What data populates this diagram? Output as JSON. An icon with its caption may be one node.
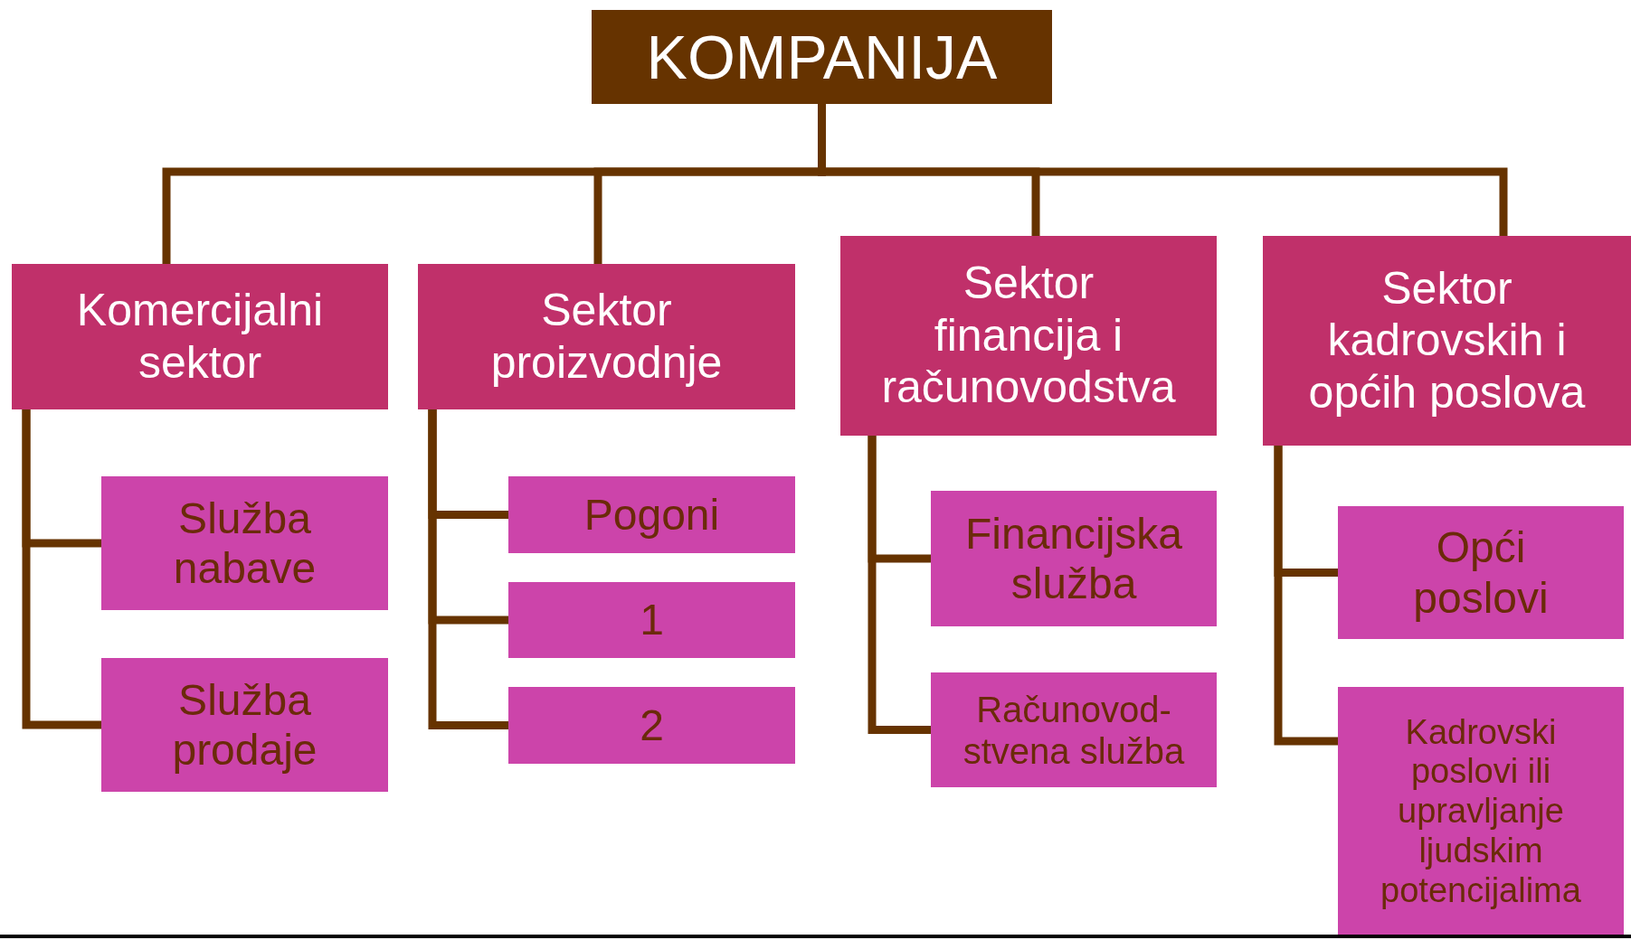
{
  "diagram": {
    "nodes": [
      {
        "text": [
          "KOMPANIJA"
        ]
      },
      {
        "text": [
          "Komercijalni sektor"
        ]
      },
      {
        "text": [
          "Sektor proizvodnje"
        ]
      },
      {
        "text": [
          "Sektor financija i računovodstva"
        ]
      },
      {
        "text": [
          "Sektor kadrovskih i općih poslova"
        ]
      },
      {
        "text": [
          "Služba nabave"
        ]
      },
      {
        "text": [
          "Služba prodaje"
        ]
      },
      {
        "text": [
          "Pogoni"
        ]
      },
      {
        "text": [
          "1"
        ]
      },
      {
        "text": [
          "2"
        ]
      },
      {
        "text": [
          "Financijska služba"
        ]
      },
      {
        "text": [
          "Računovod-stvena služba"
        ]
      },
      {
        "text": [
          "Opći poslovi"
        ]
      },
      {
        "text": [
          "Kadrovski poslovi ili upravljanje ljudskim potencijalima"
        ]
      }
    ],
    "edges": [
      {
        "from": 0,
        "to": 1,
        "arrow": "none"
      },
      {
        "from": 0,
        "to": 2,
        "arrow": "none"
      },
      {
        "from": 0,
        "to": 3,
        "arrow": "none"
      },
      {
        "from": 0,
        "to": 4,
        "arrow": "none"
      },
      {
        "from": 1,
        "to": 5,
        "arrow": "none"
      },
      {
        "from": 1,
        "to": 6,
        "arrow": "none"
      },
      {
        "from": 2,
        "to": 7,
        "arrow": "none"
      },
      {
        "from": 2,
        "to": 8,
        "arrow": "none"
      },
      {
        "from": 2,
        "to": 9,
        "arrow": "none"
      },
      {
        "from": 3,
        "to": 10,
        "arrow": "none"
      },
      {
        "from": 3,
        "to": 11,
        "arrow": "none"
      },
      {
        "from": 4,
        "to": 12,
        "arrow": "none"
      },
      {
        "from": 4,
        "to": 13,
        "arrow": "none"
      }
    ]
  }
}
